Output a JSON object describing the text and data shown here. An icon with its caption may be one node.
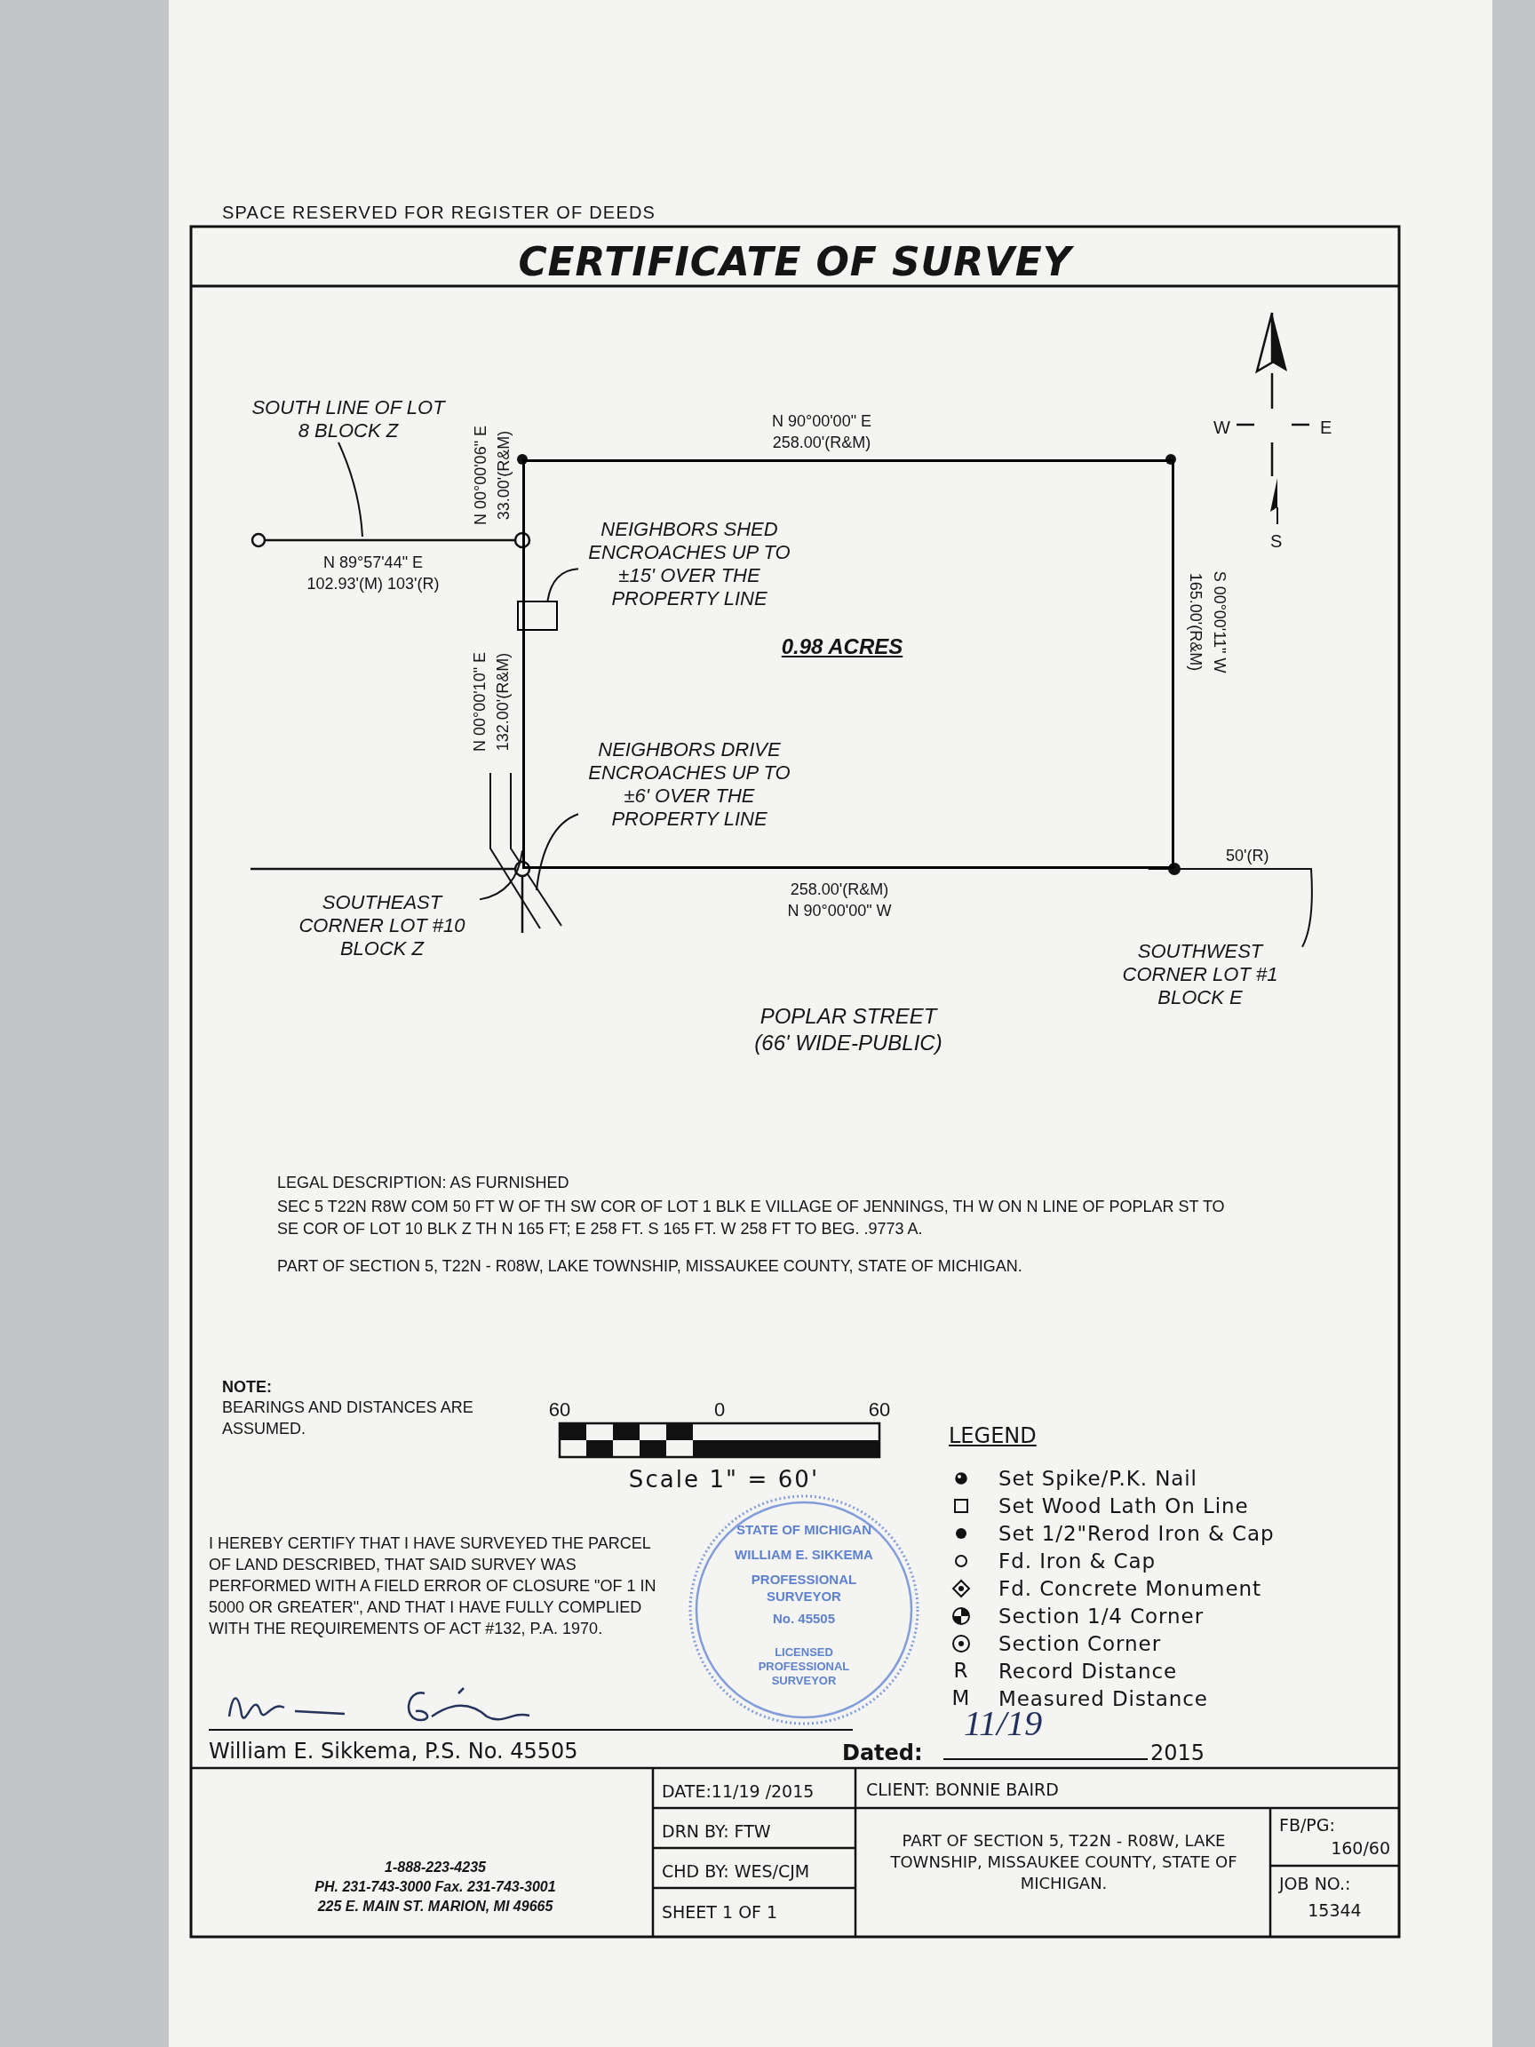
{
  "diagram": {
    "title": "CERTIFICATE OF SURVEY",
    "nodes": [
      {
        "text": [
          "SOUTH LINE OF LOT 8 BLOCK Z"
        ]
      },
      {
        "text": [
          "0.98 ACRES"
        ]
      },
      {
        "text": [
          "NEIGHBORS SHED ENCROACHES UP TO ±15' OVER THE PROPERTY LINE"
        ],
        "in": 1
      },
      {
        "text": [],
        "shape": "box"
      },
      {
        "text": [
          "NEIGHBORS DRIVE ENCROACHES UP TO ±6' OVER THE PROPERTY LINE"
        ],
        "in": 1
      },
      {
        "text": [
          "SOUTHEAST CORNER LOT #10 BLOCK Z"
        ]
      },
      {
        "text": [
          "SOUTHWEST CORNER LOT #1 BLOCK E"
        ]
      }
    ],
    "edges": [
      {
        "from": 0,
        "to": null,
        "arrow": "none"
      },
      {
        "from": 2,
        "to": 3,
        "arrow": "none"
      },
      {
        "from": 4,
        "to": null,
        "arrow": "none"
      },
      {
        "from": 5,
        "to": 1,
        "arrow": "none"
      },
      {
        "from": 6,
        "to": 1,
        "arrow": "none"
      }
    ],
    "labels": [
      "SPACE RESERVED FOR REGISTER OF DEEDS",
      "N 90°00'00\" E",
      "258.00'(R&M)",
      "N 00°00'06\" E",
      "33.00'(R&M)",
      "N 89°57'44\" E",
      "102.93'(M) 103'(R)",
      "N 00°00'10\" E",
      "132.00'(R&M)",
      "165.00'(R&M)",
      "S 00°00'11\" W",
      "258.00'(R&M)",
      "N 90°00'00\" W",
      "50'(R)",
      "POPLAR STREET",
      "(66' WIDE-PUBLIC)",
      "W",
      "E",
      "S",
      "LEGAL DESCRIPTION: AS FURNISHED",
      "SEC 5 T22N R8W COM 50 FT W OF TH SW COR OF LOT 1 BLK E VILLAGE OF JENNINGS, TH W ON N LINE OF POPLAR ST TO SE COR OF LOT 10 BLK Z TH N 165 FT; E 258 FT. S 165 FT. W 258 FT TO BEG. .9773 A.",
      "PART OF SECTION 5, T22N - R08W, LAKE TOWNSHIP, MISSAUKEE COUNTY, STATE OF MICHIGAN.",
      "NOTE:",
      "BEARINGS AND DISTANCES ARE ASSUMED.",
      "60",
      "0",
      "60",
      "Scale 1\" = 60'",
      "LEGEND",
      "R",
      "M",
      "I HEREBY CERTIFY THAT I HAVE SURVEYED THE PARCEL OF LAND DESCRIBED, THAT SAID SURVEY WAS PERFORMED WITH A FIELD ERROR OF CLOSURE \"OF 1 IN 5000 OR GREATER\", AND THAT I HAVE FULLY COMPLIED WITH THE REQUIREMENTS OF ACT #132, P.A. 1970.",
      "William E. Sikkema, P.S. No. 45505",
      "Dated:",
      "11/19",
      "2015",
      "STATE OF MICHIGAN",
      "LICENSED PROFESSIONAL SURVEYOR",
      "WILLIAM E. SIKKEMA",
      "PROFESSIONAL SURVEYOR",
      "No. 45505",
      "DATE:11/19 /2015",
      "CLIENT: BONNIE BAIRD",
      "DRN BY: FTW",
      "FB/PG:",
      "160/60",
      "PART OF SECTION 5, T22N - R08W, LAKE TOWNSHIP, MISSAUKEE COUNTY, STATE OF MICHIGAN.",
      "CHD BY: WES/CJM",
      "JOB NO.:",
      "SHEET 1 OF 1",
      "15344",
      "1-888-223-4235",
      "PH. 231-743-3000 Fax. 231-743-3001",
      "225 E. MAIN ST. MARION, MI 49665"
    ],
    "legend": [
      {
        "text": "Set Spike/P.K. Nail"
      },
      {
        "text": "Set Wood Lath On Line"
      },
      {
        "text": "Set 1/2\"Rerod Iron & Cap"
      },
      {
        "text": "Fd. Iron & Cap"
      },
      {
        "text": "Fd. Concrete Monument"
      },
      {
        "text": "Section 1/4 Corner"
      },
      {
        "text": "Section Corner"
      },
      {
        "text": "Record Distance"
      },
      {
        "text": "Measured Distance"
      }
    ]
  }
}
